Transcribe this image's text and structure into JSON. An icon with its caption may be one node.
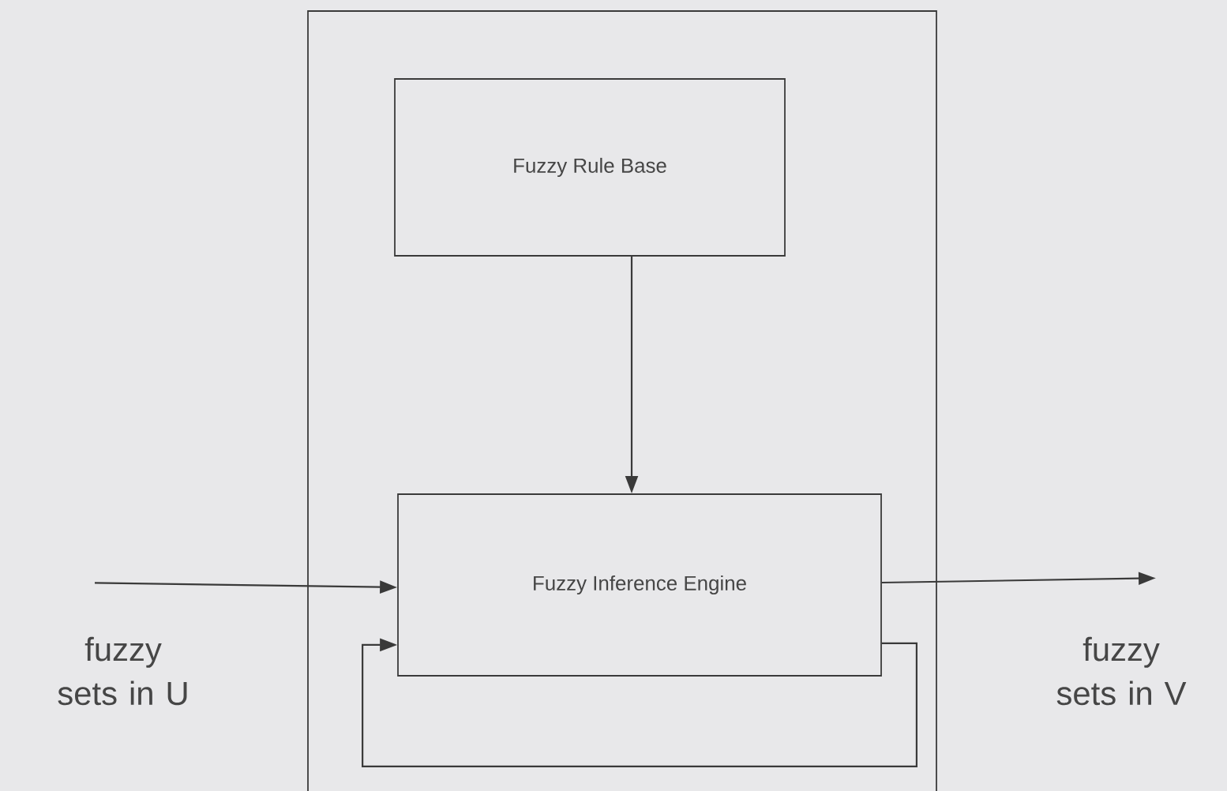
{
  "diagram": {
    "nodes": [
      {
        "text": [],
        "shape": "box"
      },
      {
        "text": [
          "Fuzzy Rule Base"
        ],
        "in": 0
      },
      {
        "text": [
          "Fuzzy Inference Engine"
        ],
        "in": 0
      },
      {
        "text": [
          "fuzzy sets in U"
        ]
      },
      {
        "text": [
          "fuzzy sets in V"
        ]
      }
    ],
    "edges": [
      {
        "from": 1,
        "to": 2,
        "arrow": "to"
      },
      {
        "from": 3,
        "to": 2,
        "arrow": "to"
      },
      {
        "from": 2,
        "to": 4,
        "arrow": "to"
      },
      {
        "from": 2,
        "to": 2,
        "arrow": "to"
      }
    ]
  }
}
